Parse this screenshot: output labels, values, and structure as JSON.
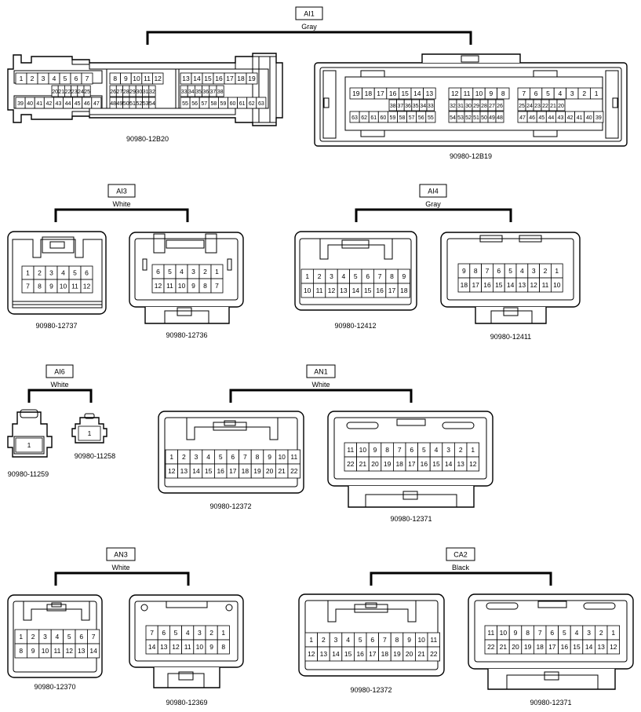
{
  "groups": [
    {
      "id": "g-ai1",
      "tag": "AI1",
      "color": "Gray"
    },
    {
      "id": "g-ai3",
      "tag": "AI3",
      "color": "White"
    },
    {
      "id": "g-ai4",
      "tag": "AI4",
      "color": "Gray"
    },
    {
      "id": "g-ai6",
      "tag": "AI6",
      "color": "White"
    },
    {
      "id": "g-an1",
      "tag": "AN1",
      "color": "White"
    },
    {
      "id": "g-an3",
      "tag": "AN3",
      "color": "White"
    },
    {
      "id": "g-ca2",
      "tag": "CA2",
      "color": "Black"
    }
  ],
  "connectors": [
    {
      "id": "c1",
      "part": "90980-12B20",
      "rows": [
        [
          [
            "1",
            "2",
            "3",
            "4",
            "5",
            "6",
            "7"
          ],
          [
            "8",
            "9",
            "10",
            "11",
            "12"
          ],
          [
            "13",
            "14",
            "15",
            "16",
            "17",
            "18",
            "19"
          ]
        ],
        [
          [
            "20",
            "21",
            "22",
            "23",
            "24",
            "25"
          ],
          [
            "26",
            "27",
            "28",
            "29",
            "30",
            "31",
            "32"
          ],
          [
            "33",
            "34",
            "35",
            "36",
            "37",
            "38"
          ]
        ],
        [
          [
            "39",
            "40",
            "41",
            "42",
            "43",
            "44",
            "45",
            "46",
            "47"
          ],
          [
            "48",
            "49",
            "50",
            "51",
            "52",
            "53",
            "54"
          ],
          [
            "55",
            "56",
            "57",
            "58",
            "59",
            "60",
            "61",
            "62",
            "63"
          ]
        ]
      ]
    },
    {
      "id": "c2",
      "part": "90980-12B19",
      "rows": [
        [
          [
            "19",
            "18",
            "17",
            "16",
            "15",
            "14",
            "13"
          ],
          [
            "12",
            "11",
            "10",
            "9",
            "8"
          ],
          [
            "7",
            "6",
            "5",
            "4",
            "3",
            "2",
            "1"
          ]
        ],
        [
          [
            "38",
            "37",
            "36",
            "35",
            "34",
            "33"
          ],
          [
            "32",
            "31",
            "30",
            "29",
            "28",
            "27",
            "26"
          ],
          [
            "25",
            "24",
            "23",
            "22",
            "21",
            "20"
          ]
        ],
        [
          [
            "63",
            "62",
            "61",
            "60",
            "59",
            "58",
            "57",
            "56",
            "55"
          ],
          [
            "54",
            "53",
            "52",
            "51",
            "50",
            "49",
            "48"
          ],
          [
            "47",
            "46",
            "45",
            "44",
            "43",
            "42",
            "41",
            "40",
            "39"
          ]
        ]
      ]
    },
    {
      "id": "c3",
      "part": "90980-12737",
      "rows": [
        [
          "1",
          "2",
          "3",
          "4",
          "5",
          "6"
        ],
        [
          "7",
          "8",
          "9",
          "10",
          "11",
          "12"
        ]
      ]
    },
    {
      "id": "c4",
      "part": "90980-12736",
      "rows": [
        [
          "6",
          "5",
          "4",
          "3",
          "2",
          "1"
        ],
        [
          "12",
          "11",
          "10",
          "9",
          "8",
          "7"
        ]
      ]
    },
    {
      "id": "c5",
      "part": "90980-12412",
      "rows": [
        [
          "1",
          "2",
          "3",
          "4",
          "5",
          "6",
          "7",
          "8",
          "9"
        ],
        [
          "10",
          "11",
          "12",
          "13",
          "14",
          "15",
          "16",
          "17",
          "18"
        ]
      ]
    },
    {
      "id": "c6",
      "part": "90980-12411",
      "rows": [
        [
          "9",
          "8",
          "7",
          "6",
          "5",
          "4",
          "3",
          "2",
          "1"
        ],
        [
          "18",
          "17",
          "16",
          "15",
          "14",
          "13",
          "12",
          "11",
          "10"
        ]
      ]
    },
    {
      "id": "c7",
      "part": "90980-11259",
      "rows": [
        [
          "1"
        ]
      ]
    },
    {
      "id": "c8",
      "part": "90980-11258",
      "rows": [
        [
          "1"
        ]
      ]
    },
    {
      "id": "c9",
      "part": "90980-12372",
      "rows": [
        [
          "1",
          "2",
          "3",
          "4",
          "5",
          "6",
          "7",
          "8",
          "9",
          "10",
          "11"
        ],
        [
          "12",
          "13",
          "14",
          "15",
          "16",
          "17",
          "18",
          "19",
          "20",
          "21",
          "22"
        ]
      ]
    },
    {
      "id": "c10",
      "part": "90980-12371",
      "rows": [
        [
          "11",
          "10",
          "9",
          "8",
          "7",
          "6",
          "5",
          "4",
          "3",
          "2",
          "1"
        ],
        [
          "22",
          "21",
          "20",
          "19",
          "18",
          "17",
          "16",
          "15",
          "14",
          "13",
          "12"
        ]
      ]
    },
    {
      "id": "c11",
      "part": "90980-12370",
      "rows": [
        [
          "1",
          "2",
          "3",
          "4",
          "5",
          "6",
          "7"
        ],
        [
          "8",
          "9",
          "10",
          "11",
          "12",
          "13",
          "14"
        ]
      ]
    },
    {
      "id": "c12",
      "part": "90980-12369",
      "rows": [
        [
          "7",
          "6",
          "5",
          "4",
          "3",
          "2",
          "1"
        ],
        [
          "14",
          "13",
          "12",
          "11",
          "10",
          "9",
          "8"
        ]
      ]
    },
    {
      "id": "c13",
      "part": "90980-12372",
      "rows": [
        [
          "1",
          "2",
          "3",
          "4",
          "5",
          "6",
          "7",
          "8",
          "9",
          "10",
          "11"
        ],
        [
          "12",
          "13",
          "14",
          "15",
          "16",
          "17",
          "18",
          "19",
          "20",
          "21",
          "22"
        ]
      ]
    },
    {
      "id": "c14",
      "part": "90980-12371",
      "rows": [
        [
          "11",
          "10",
          "9",
          "8",
          "7",
          "6",
          "5",
          "4",
          "3",
          "2",
          "1"
        ],
        [
          "22",
          "21",
          "20",
          "19",
          "18",
          "17",
          "16",
          "15",
          "14",
          "13",
          "12"
        ]
      ]
    }
  ]
}
